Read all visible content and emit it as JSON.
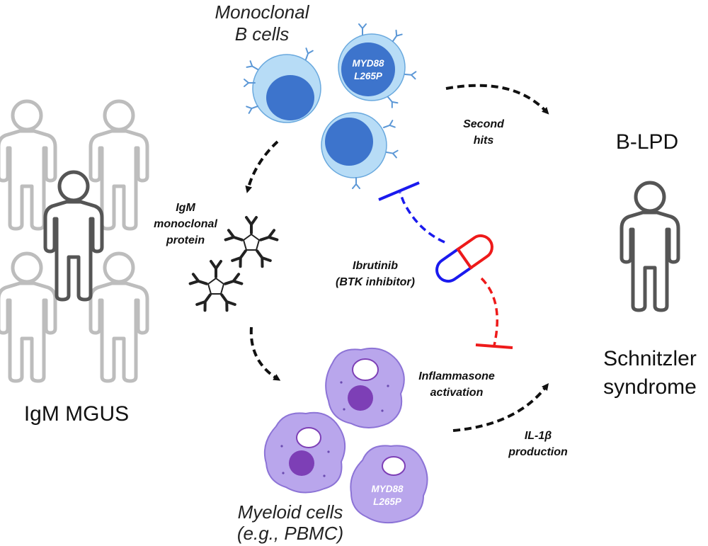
{
  "labels": {
    "monoclonal_b_cells": [
      "Monoclonal",
      "B cells"
    ],
    "b_cell_mutation": [
      "MYD88",
      "L265P"
    ],
    "second_hits": [
      "Second",
      "hits"
    ],
    "b_lpd": "B-LPD",
    "igm_protein": [
      "IgM",
      "monoclonal",
      "protein"
    ],
    "ibrutinib": [
      "Ibrutinib",
      "(BTK inhibitor)"
    ],
    "inflammasome": [
      "Inflammasone",
      "activation"
    ],
    "il1b": [
      "IL-1β",
      "production"
    ],
    "schnitzler": [
      "Schnitzler",
      "syndrome"
    ],
    "igm_mgus": "IgM MGUS",
    "myeloid_cells": [
      "Myeloid cells",
      "(e.g., PBMC)"
    ],
    "myeloid_mutation": [
      "MYD88",
      "L265P"
    ]
  },
  "colors": {
    "b_cell_outer": "#b7dcf6",
    "b_cell_nucleus": "#3d74cc",
    "myeloid_body": "#b9a6ec",
    "myeloid_nucleus": "#7d3fb6",
    "inhibit_blue": "#1a1aee",
    "inhibit_red": "#ee1a1a",
    "person_light": "#bdbdbd",
    "person_dark": "#555555"
  }
}
